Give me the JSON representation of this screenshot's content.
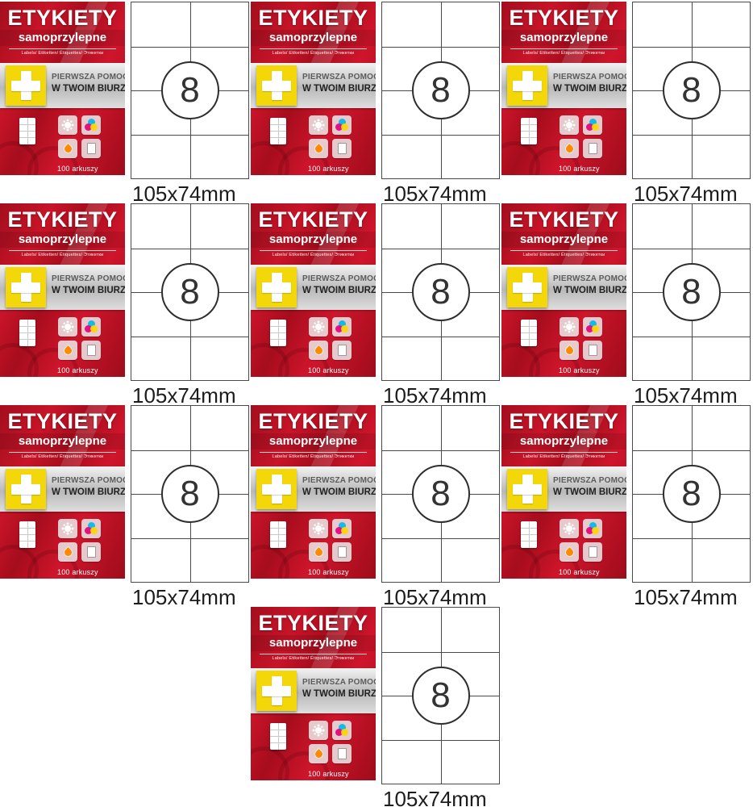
{
  "colors": {
    "box_red": "#c81428",
    "box_red_dark": "#a30e1e",
    "band_silver": "#c6c6c6",
    "cross_yellow": "#f3d708",
    "line_black": "#4a4a4a",
    "text_dark": "#1c1c1c"
  },
  "product_box": {
    "title": "ETYKIETY",
    "subtitle": "samoprzylepne",
    "languages": "Labels/ Etiketten/ Étiquettes/ Этикетки",
    "promo_line1": "PIERWSZA POMOC",
    "promo_line2": "W TWOIM BIURZE",
    "sheets_label": "100 arkuszy",
    "icons": {
      "first_aid_cross": "white-plus-on-yellow-square",
      "sun": "white-sun-rays",
      "color_wheel": "cmy-color-dots",
      "ink_drop": "orange-drop",
      "paper_sheet": "white-sheet",
      "mini_label_sheet": "mini-label-grid"
    }
  },
  "label_diagram": {
    "count_badge": "8",
    "size_label": "105x74mm",
    "grid_columns": 2,
    "grid_rows": 4
  },
  "layout": {
    "rows": [
      3,
      3,
      3,
      1
    ],
    "total_units": 10
  }
}
